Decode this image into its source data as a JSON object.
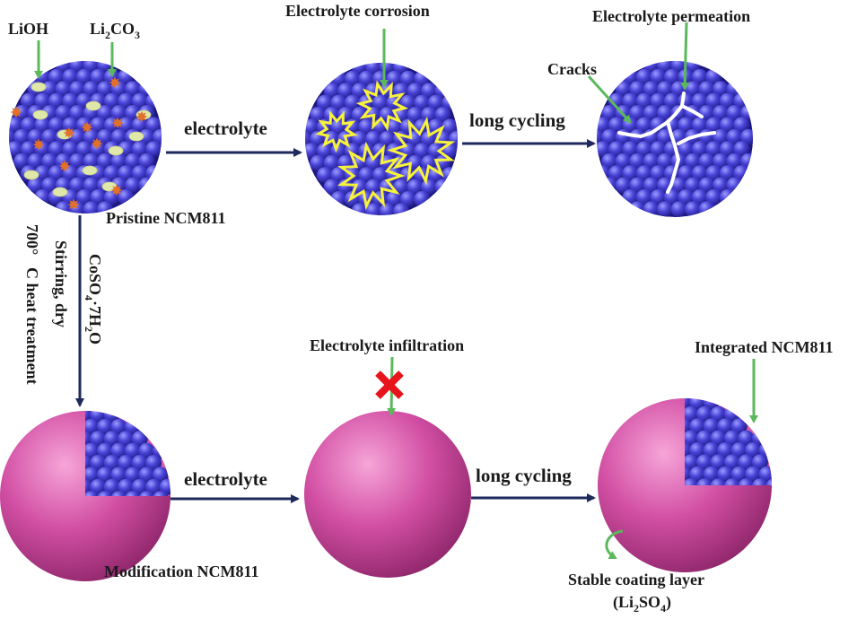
{
  "labels": {
    "lioh": "LiOH",
    "li2co3_main": "Li",
    "li2co3_sub": "2",
    "li2co3_tail": "CO",
    "li2co3_sub2": "3",
    "pristine": "Pristine NCM811",
    "electrolyte_corrosion": "Electrolyte corrosion",
    "electrolyte_permeation": "Electrolyte permeation",
    "cracks": "Cracks",
    "arrow_electrolyte_top": "electrolyte",
    "arrow_long_cycling_top": "long cycling",
    "treatment_line1": "700°",
    "treatment_line2": "C heat treatment",
    "stirring": "Stirring, dry",
    "coso4_a": "CoSO",
    "coso4_sub4": "4",
    "coso4_b": "·7H",
    "coso4_sub2": "2",
    "coso4_c": "O",
    "electrolyte_infiltration": "Electrolyte infiltration",
    "integrated": "Integrated NCM811",
    "arrow_electrolyte_bottom": "electrolyte",
    "arrow_long_cycling_bottom": "long cycling",
    "modification": "Modification NCM811",
    "stable_coating": "Stable coating layer",
    "li2so4_open": "(Li",
    "li2so4_sub2": "2",
    "li2so4_mid": "SO",
    "li2so4_sub4": "4",
    "li2so4_close": ")"
  },
  "colors": {
    "sphere_blue": "#3b35c9",
    "sphere_pink": "#d24fa4",
    "arrow_navy": "#1f2a5c",
    "pointer_green": "#5cb85c",
    "corrosion_yellow": "#f7f23a",
    "impurity_orange": "#e0702a",
    "impurity_pale": "#dfe8a8",
    "crack_white": "#ffffff",
    "cross_red": "#e8141c"
  }
}
